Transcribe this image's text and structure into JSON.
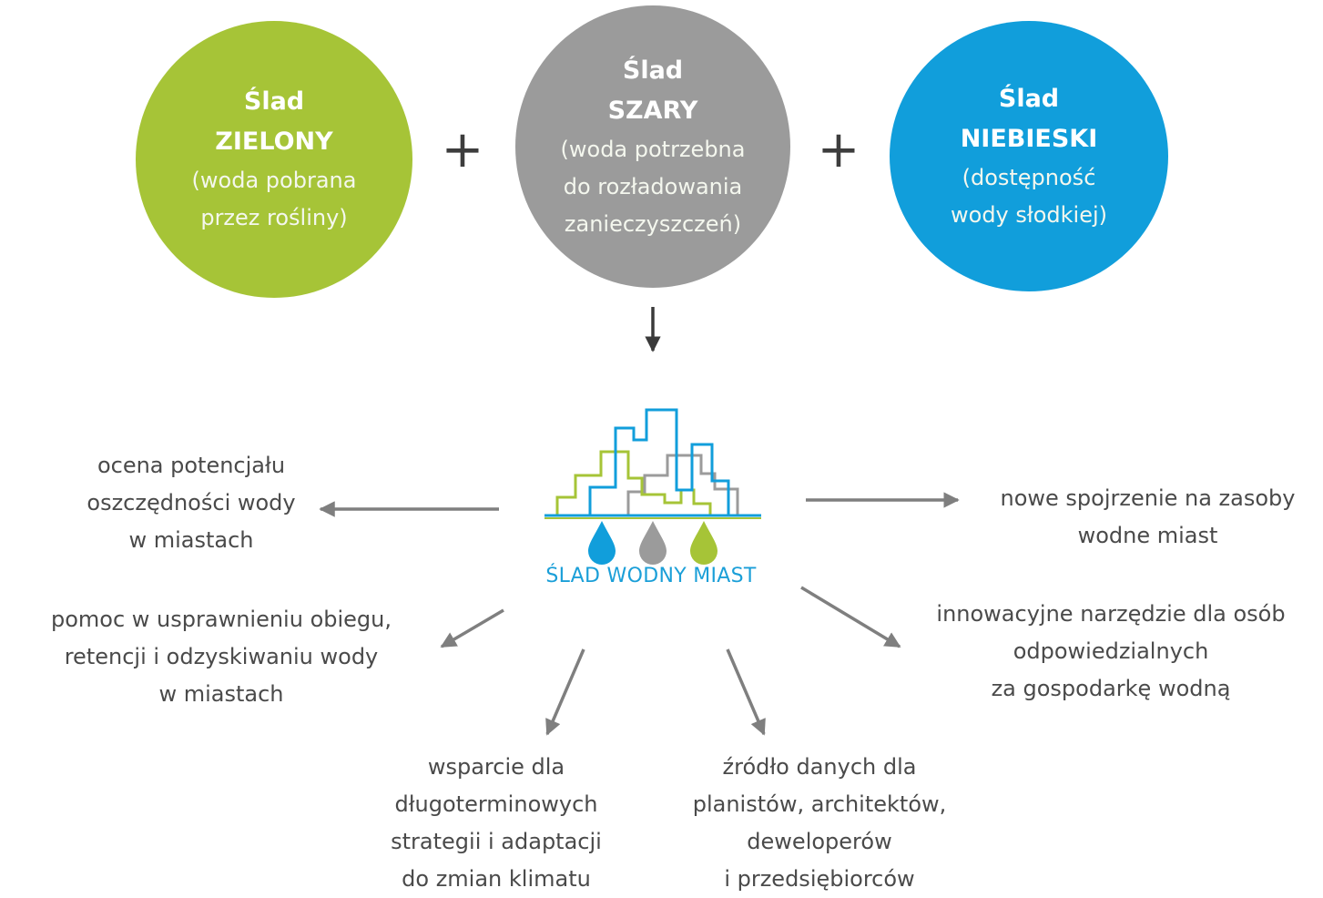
{
  "components": [
    {
      "title_line1": "Ślad",
      "title_line2": "ZIELONY",
      "desc": [
        "(woda pobrana",
        "przez rośliny)"
      ],
      "color": "#a6c437"
    },
    {
      "title_line1": "Ślad",
      "title_line2": "SZARY",
      "desc": [
        "(woda potrzebna",
        "do rozładowania",
        "zanieczyszczeń)"
      ],
      "color": "#9b9b9b"
    },
    {
      "title_line1": "Ślad",
      "title_line2": "NIEBIESKI",
      "desc": [
        "(dostępność",
        "wody słodkiej)"
      ],
      "color": "#119edb"
    }
  ],
  "operators": {
    "plus": "+"
  },
  "center": {
    "label": "ŚLAD WODNY MIAST",
    "color": "#1b9fd8"
  },
  "benefits": {
    "left_1": [
      "ocena potencjału",
      "oszczędności wody",
      "w miastach"
    ],
    "left_2": [
      "pomoc w usprawnieniu obiegu,",
      "retencji i odzyskiwaniu wody",
      "w miastach"
    ],
    "bottom_1": [
      "wsparcie dla",
      "długoterminowych",
      "strategii i adaptacji",
      "do zmian klimatu"
    ],
    "bottom_2": [
      "źródło danych dla",
      "planistów, architektów,",
      "deweloperów",
      "i przedsiębiorców"
    ],
    "right_1": [
      "nowe spojrzenie na zasoby",
      "wodne miast"
    ],
    "right_2": [
      "innowacyjne narzędzie dla osób",
      "odpowiedzialnych",
      "za gospodarkę wodną"
    ]
  },
  "colors": {
    "arrow": "#7f7f7f",
    "down_arrow": "#3a3a3a",
    "text": "#4a4a4a"
  }
}
